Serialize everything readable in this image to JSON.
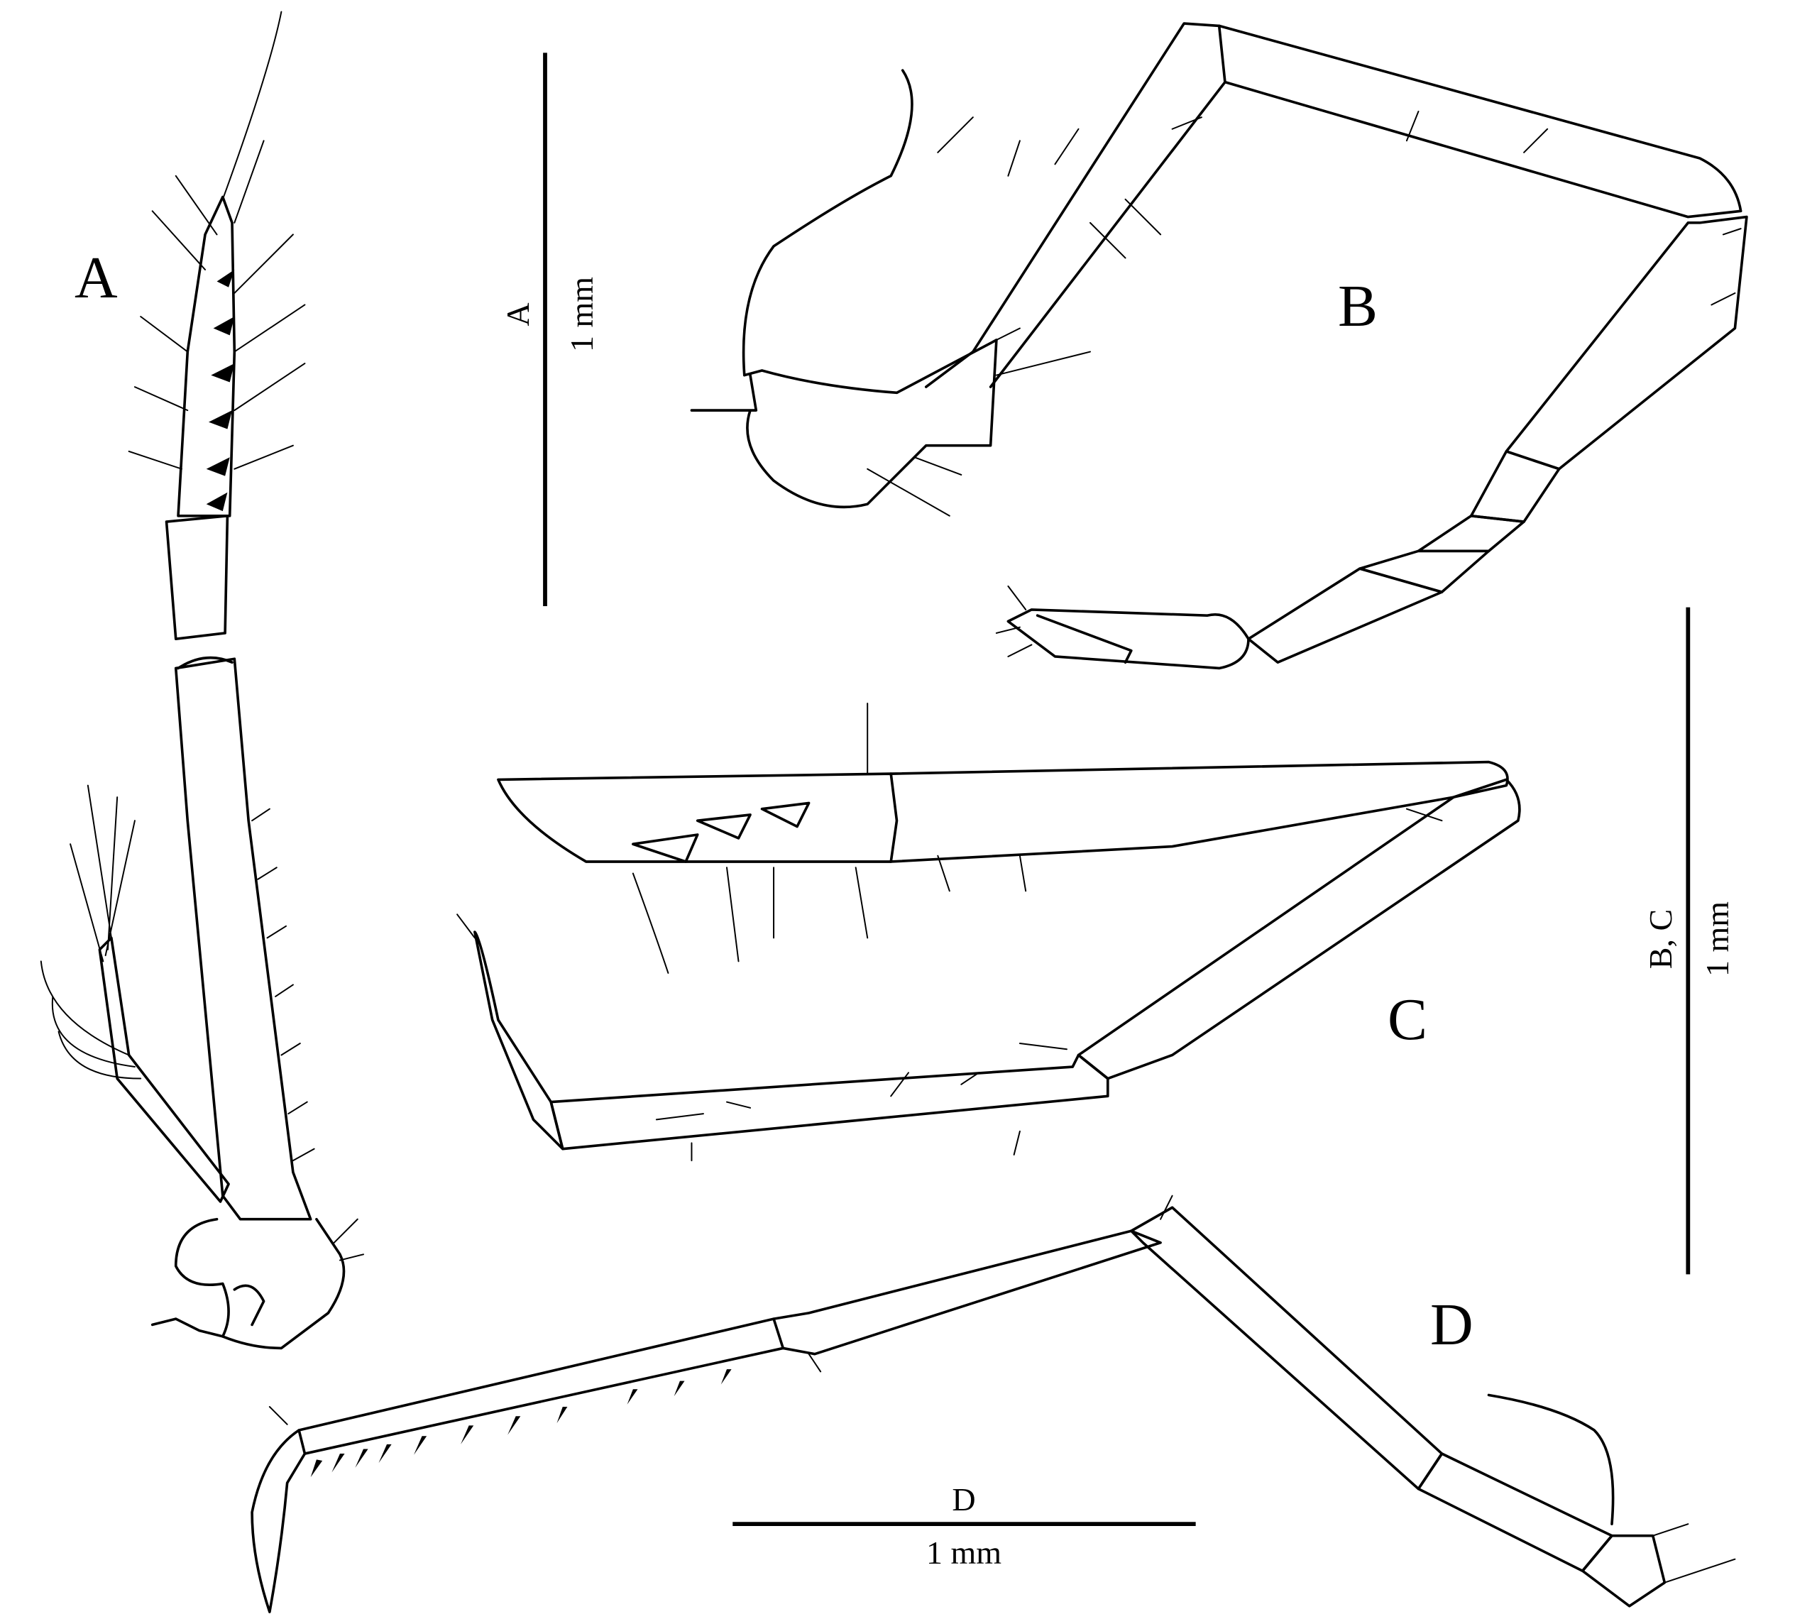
{
  "figure": {
    "panel_labels": [
      "A",
      "B",
      "C",
      "D"
    ],
    "scale_bars": [
      {
        "panel": "A",
        "length_label": "1 mm",
        "orientation": "vertical"
      },
      {
        "panel": "B, C",
        "length_label": "1 mm",
        "orientation": "vertical"
      },
      {
        "panel": "D",
        "length_label": "1 mm",
        "orientation": "horizontal"
      }
    ]
  }
}
